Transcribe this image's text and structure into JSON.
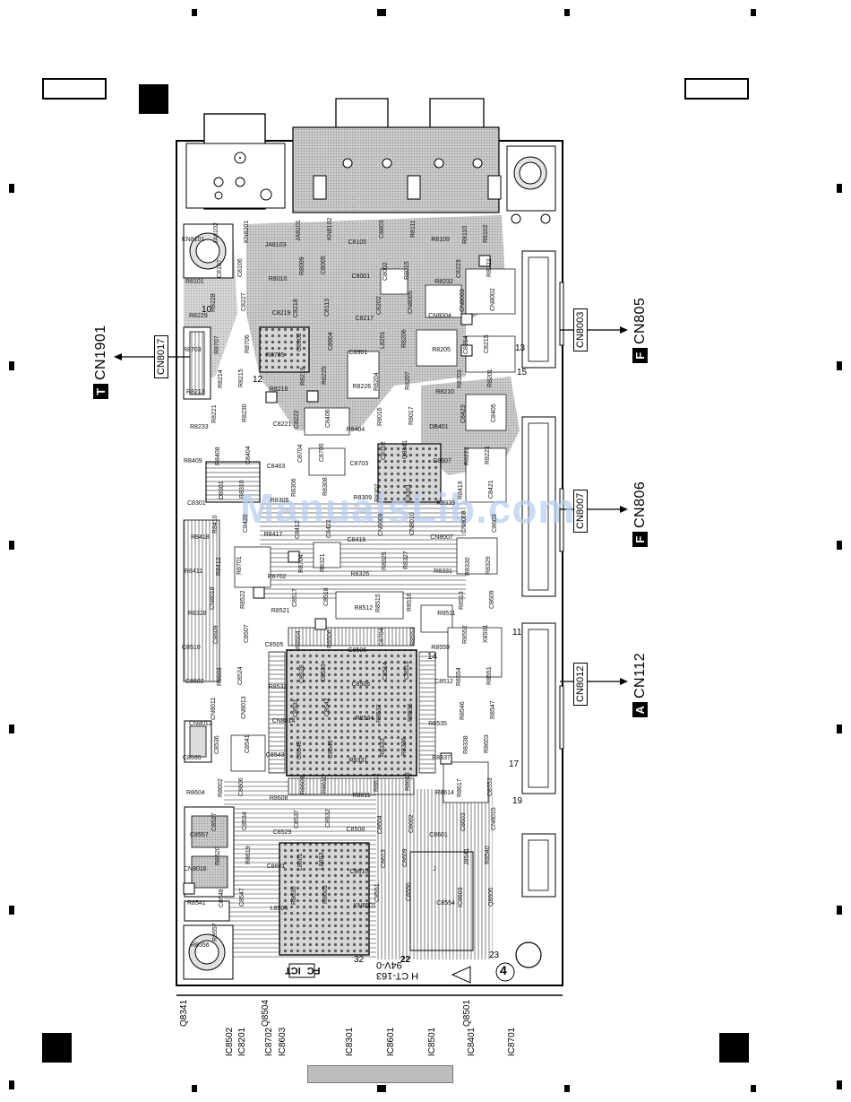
{
  "board": {
    "marking": "H CT-163",
    "rating": "94V-0",
    "corner_number": "4",
    "pin_numbers": [
      "22",
      "23",
      "32",
      "17",
      "19",
      "11",
      "10",
      "12",
      "13",
      "14",
      "15"
    ],
    "ic_markings": [
      "FC",
      "ICT"
    ]
  },
  "watermark": "ManualsLib.com",
  "connectors_left": [
    {
      "cn": "CN8017",
      "target_badge": "T",
      "target": "CN1901"
    }
  ],
  "connectors_right": [
    {
      "cn": "CN8003",
      "target_badge": "F",
      "target": "CN805"
    },
    {
      "cn": "CN8007",
      "target_badge": "F",
      "target": "CN806"
    },
    {
      "cn": "CN8012",
      "target_badge": "A",
      "target": "CN112"
    }
  ],
  "bottom_refs_row1": [
    "Q8341",
    "Q8504",
    "Q8501"
  ],
  "bottom_refs_row2": [
    "IC8502",
    "IC8201",
    "IC8702",
    "IC8603",
    "IC8301",
    "IC8601",
    "IC8501",
    "IC8401",
    "IC8701"
  ],
  "pcb_refs": [
    "KN8101",
    "JA8102",
    "KN8201",
    "JA8103",
    "JA8101",
    "KN8102",
    "C8105",
    "C8803",
    "R8111",
    "R8109",
    "R8110",
    "R8102",
    "R8101",
    "C8107",
    "C8106",
    "R8010",
    "R8009",
    "C8005",
    "C8001",
    "C8002",
    "R8015",
    "R8232",
    "C8223",
    "R8222",
    "R8229",
    "R8228",
    "C8227",
    "C8219",
    "C8218",
    "C8113",
    "C8217",
    "C8202",
    "CN8005",
    "CN8004",
    "CN8003",
    "CN8002",
    "R8703",
    "R8707",
    "R8706",
    "R8705",
    "C8902",
    "C8904",
    "C8901",
    "L8201",
    "R8206",
    "R8205",
    "C8214",
    "C8215",
    "R8213",
    "R8214",
    "R8215",
    "R8216",
    "R8219",
    "R8225",
    "R8226",
    "R8204",
    "R8207",
    "R8210",
    "R8203",
    "R8201",
    "R8233",
    "R8221",
    "R8230",
    "C8221",
    "C8222",
    "C8406",
    "R8404",
    "R8016",
    "R8017",
    "DB401",
    "C8423",
    "C8405",
    "R8409",
    "R8408",
    "C8404",
    "C8403",
    "C8704",
    "C8705",
    "C8703",
    "C8702",
    "Q8341",
    "C8607",
    "R8222",
    "R8221",
    "C8301",
    "D8301",
    "R8310",
    "R8305",
    "R8306",
    "R8308",
    "R8309",
    "R8307",
    "L8301",
    "R8339",
    "R8419",
    "C8421",
    "R8418",
    "R8410",
    "C8420",
    "R8417",
    "C8412",
    "C8422",
    "C8418",
    "CN8009",
    "CN8010",
    "CN8007",
    "CN8008",
    "C8603",
    "R8411",
    "R8412",
    "R8701",
    "R8702",
    "R8704",
    "R8321",
    "R8326",
    "R8325",
    "R8327",
    "R8331",
    "R8330",
    "R8329",
    "R8328",
    "CN8018",
    "R8522",
    "R8521",
    "C8517",
    "C8518",
    "R8512",
    "R8515",
    "R8516",
    "R8511",
    "R8513",
    "C8609",
    "C8510",
    "C8509",
    "C8507",
    "C8505",
    "R8504",
    "R8506",
    "C8506",
    "C8704",
    "R8553",
    "R8559",
    "R8552",
    "X8501",
    "C8502",
    "R8503",
    "C8524",
    "R8532",
    "C8528",
    "C8533",
    "C8506",
    "C8514",
    "C8513",
    "C8512",
    "R8554",
    "R8551",
    "CN8012",
    "CN8011",
    "CN8013",
    "CN8014",
    "C8531",
    "C8542",
    "R8534",
    "R8532",
    "R8536",
    "R8535",
    "R8546",
    "R8547",
    "C8535",
    "C8536",
    "C8541",
    "C8543",
    "C8545",
    "C8546",
    "R8331",
    "R8333",
    "R8336",
    "R8337",
    "R8338",
    "R8603",
    "R8604",
    "R8602",
    "C8606",
    "R8608",
    "R8609",
    "R8610",
    "R8611",
    "R8612",
    "R8613",
    "R8614",
    "R8617",
    "C8553",
    "C8557",
    "C8527",
    "C8534",
    "C8529",
    "C8537",
    "C8532",
    "C8508",
    "C8604",
    "C8602",
    "C8601",
    "C8603",
    "CN8015",
    "CN8016",
    "R8620",
    "R8619",
    "C8601",
    "L8601",
    "L8603",
    "C8610",
    "C8613",
    "C8609",
    "J",
    "J8541",
    "R8540",
    "R8541",
    "C8548",
    "C8547",
    "L8504",
    "R8630",
    "R8603",
    "KN8501",
    "C8551",
    "C8550",
    "C8554",
    "IC8603",
    "Q8606",
    "R8556",
    "R8557"
  ]
}
